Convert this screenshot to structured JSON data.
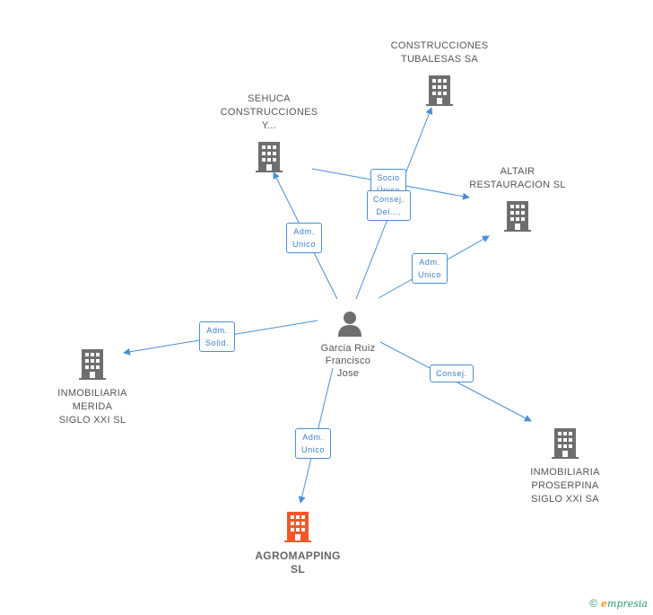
{
  "center": {
    "name": "Garcia Ruiz\nFrancisco\nJose",
    "icon": "person-icon"
  },
  "companies": [
    {
      "id": "construcciones",
      "label": "CONSTRUCCIONES\nTUBALESAS SA",
      "highlight": false
    },
    {
      "id": "sehuca",
      "label": "SEHUCA\nCONSTRUCCIONES\nY...",
      "highlight": false
    },
    {
      "id": "altair",
      "label": "ALTAIR\nRESTAURACION SL",
      "highlight": false
    },
    {
      "id": "merida",
      "label": "INMOBILIARIA\nMERIDA\nSIGLO XXI  SL",
      "highlight": false
    },
    {
      "id": "proserpina",
      "label": "INMOBILIARIA\nPROSERPINA\nSIGLO XXI SA",
      "highlight": false
    },
    {
      "id": "agromapping",
      "label": "AGROMAPPING\nSL",
      "highlight": true
    }
  ],
  "relations": [
    {
      "label": "Adm.\nUnico"
    },
    {
      "label": "Socio\nÚnico"
    },
    {
      "label": "Consej.\nDel...."
    },
    {
      "label": "Adm.\nUnico"
    },
    {
      "label": "Adm.\nSolid."
    },
    {
      "label": "Consej."
    },
    {
      "label": "Adm.\nUnico"
    }
  ],
  "colors": {
    "edge": "#4a8fd6",
    "building": "#6e6e6e",
    "building_highlight": "#f0592a",
    "person": "#6e6e6e"
  },
  "footer": {
    "copyright": "©",
    "brand_e": "e",
    "brand_rest": "mpresia"
  }
}
